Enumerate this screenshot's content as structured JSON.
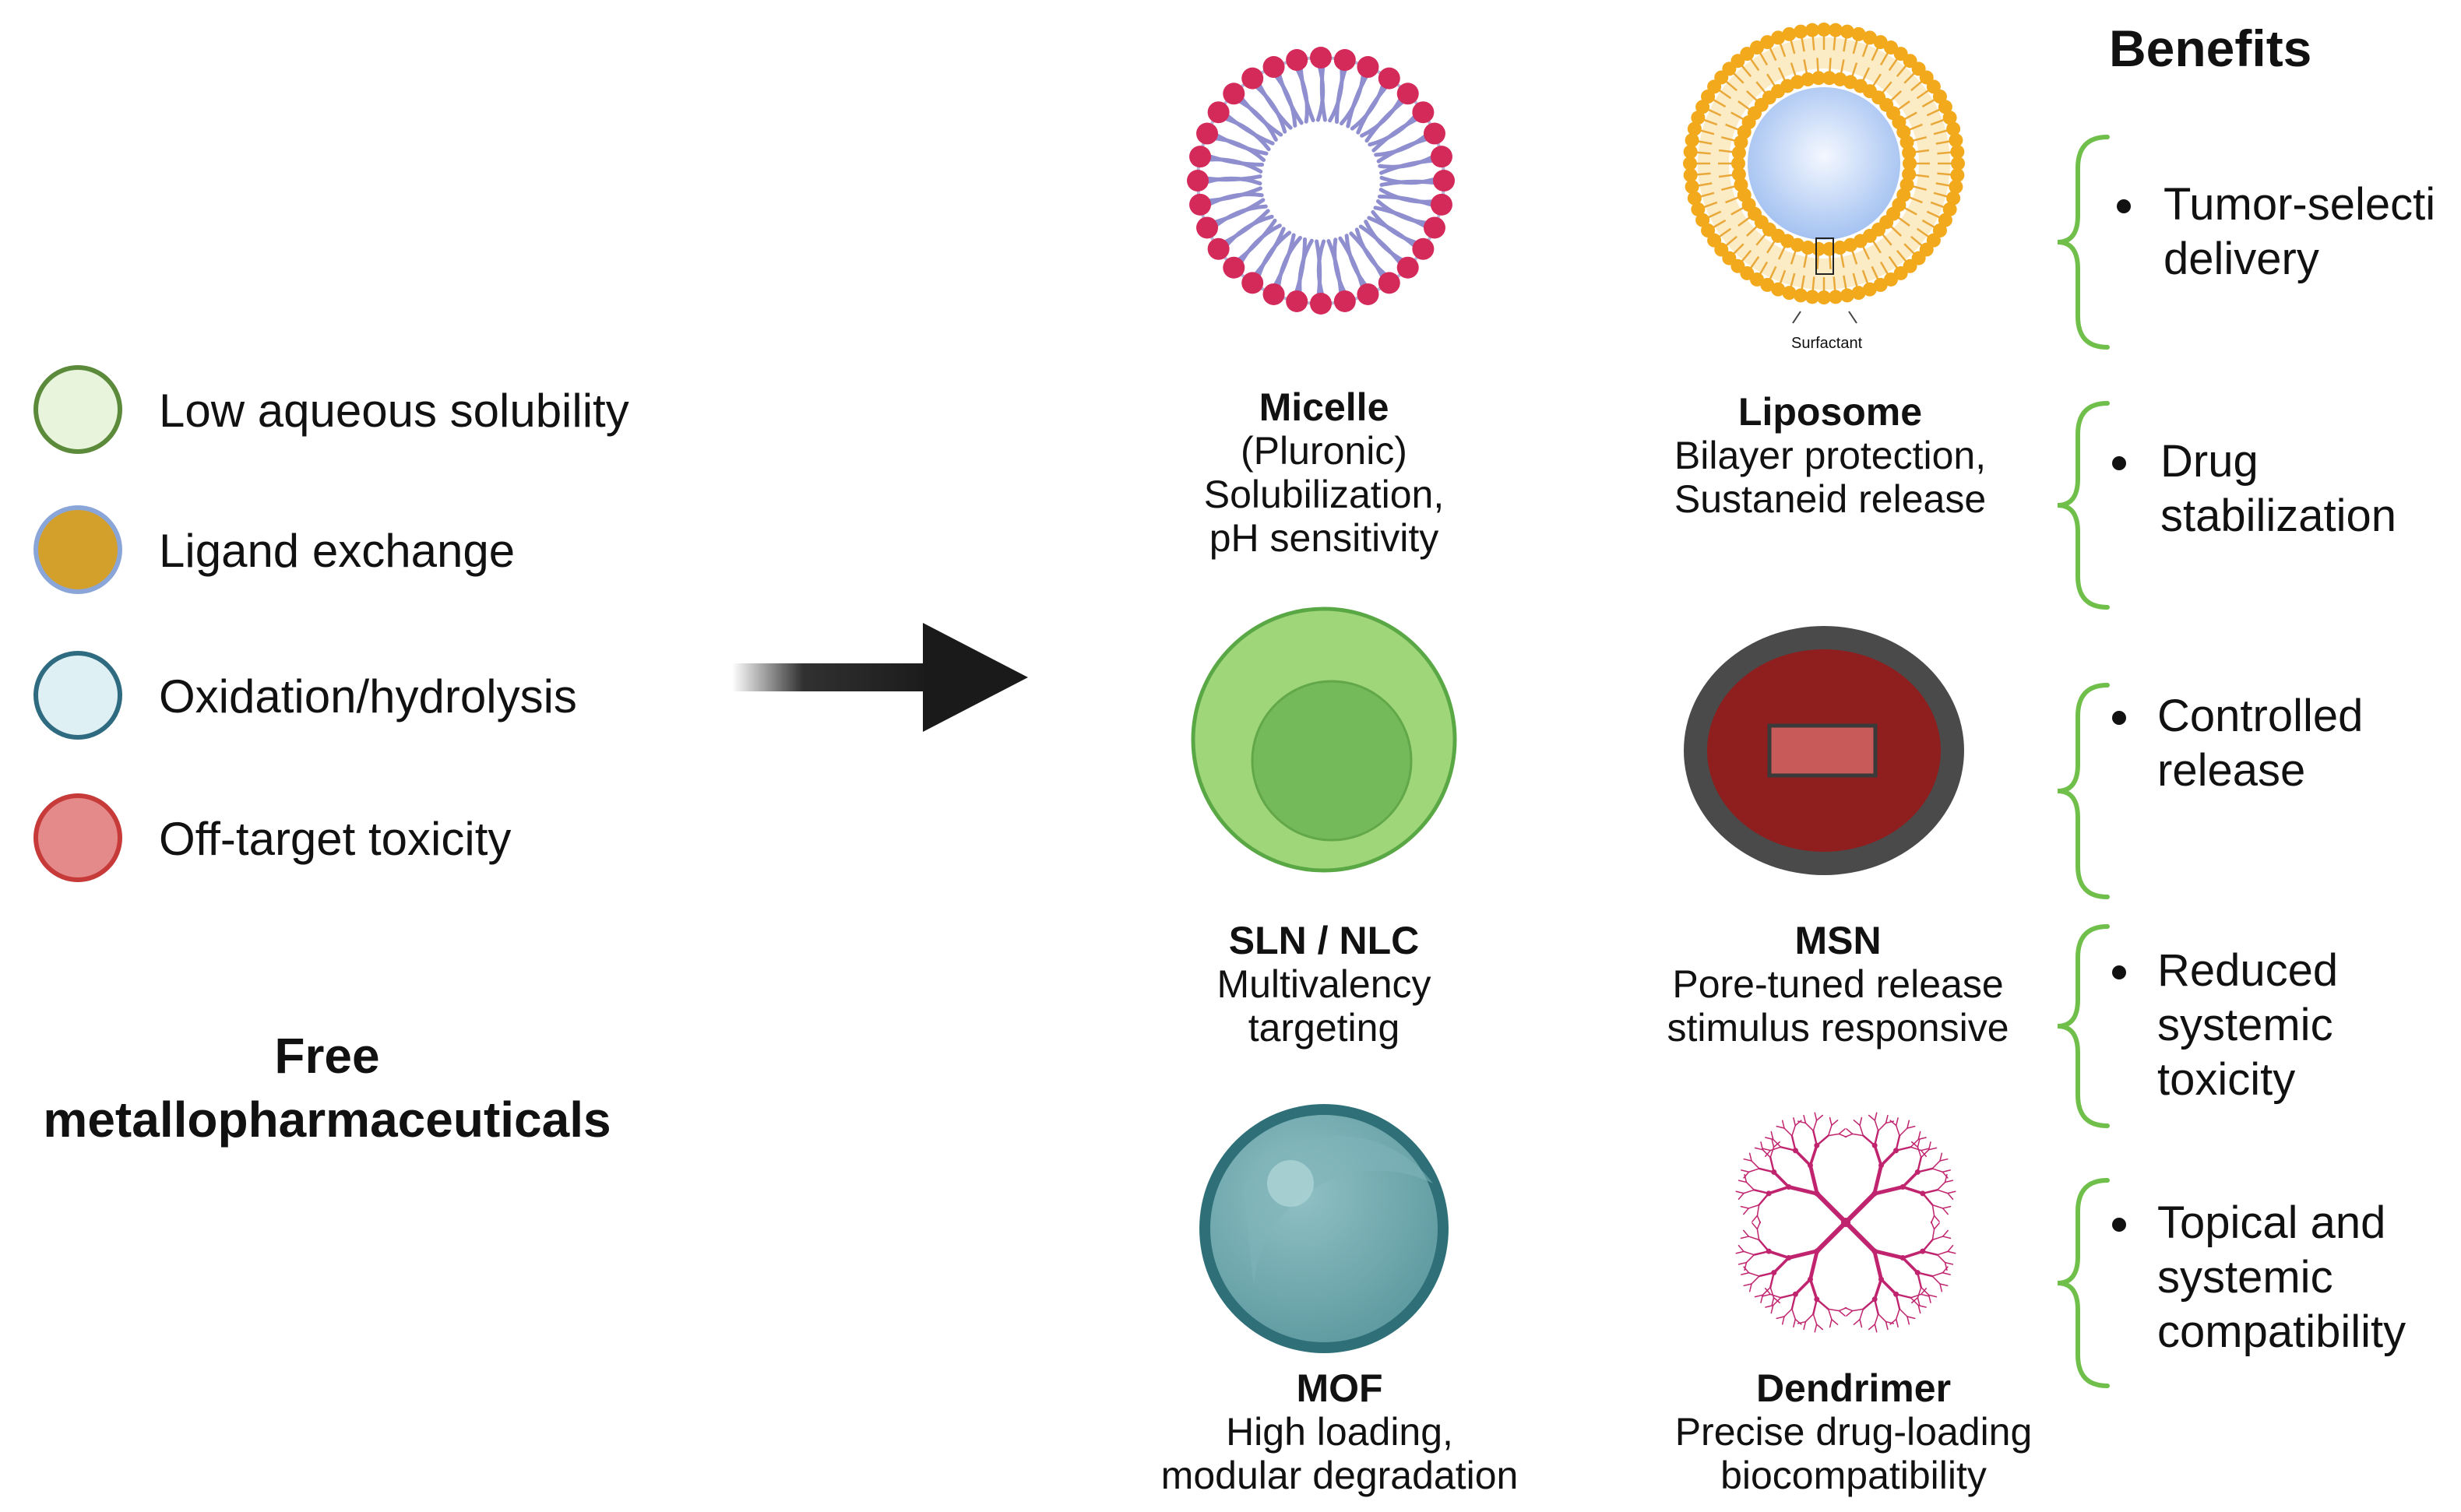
{
  "legend": {
    "items": [
      {
        "label": "Low aqueous solubility",
        "fill": "#e8f4dc",
        "stroke": "#5a8a3a"
      },
      {
        "label": "Ligand exchange",
        "fill": "#d4a02c",
        "stroke": "#8aa6d8"
      },
      {
        "label": "Oxidation/hydrolysis",
        "fill": "#dff0f4",
        "stroke": "#2f6b80"
      },
      {
        "label": "Off-target  toxicity",
        "fill": "#e58a8a",
        "stroke": "#c63a3a"
      }
    ]
  },
  "free_label": {
    "line1": "Free",
    "line2": "metallopharmaceuticals"
  },
  "nanocarriers": {
    "micelle": {
      "name": "Micelle",
      "lines": [
        "(Pluronic)",
        "Solubilization,",
        "pH sensitivity"
      ]
    },
    "liposome": {
      "name": "Liposome",
      "lines": [
        "Bilayer protection,",
        "Sustaneid release"
      ],
      "annotation": "Surfactant"
    },
    "sln": {
      "name": "SLN / NLC",
      "lines": [
        "Multivalency",
        "targeting"
      ]
    },
    "msn": {
      "name": "MSN",
      "lines": [
        "Pore-tuned release",
        "stimulus responsive"
      ]
    },
    "mof": {
      "name": "MOF",
      "lines": [
        "High loading,",
        "modular degradation"
      ]
    },
    "dendrimer": {
      "name": "Dendrimer",
      "lines": [
        "Precise drug-loading",
        "biocompatibility"
      ]
    }
  },
  "benefits": {
    "title": "Benefits",
    "items": [
      {
        "lines": [
          "Tumor-selecti",
          "delivery"
        ]
      },
      {
        "lines": [
          "Drug",
          "stabilization"
        ]
      },
      {
        "lines": [
          "Controlled",
          "release"
        ]
      },
      {
        "lines": [
          "Reduced",
          "systemic",
          "toxicity"
        ]
      },
      {
        "lines": [
          "Topical and",
          "systemic",
          "compatibility"
        ]
      }
    ]
  },
  "colors": {
    "micelle_head": "#d42a5a",
    "micelle_tail": "#8f8fd0",
    "liposome_head": "#f2a91c",
    "liposome_core": "#c8dcf6",
    "sln_outer": "#9fd67a",
    "sln_inner": "#74b95a",
    "msn_shell": "#4a4a4a",
    "msn_core": "#8f1e1e",
    "msn_pore": "#c85a5a",
    "mof": "#6aa6ac",
    "dendrimer": "#c0246e",
    "brace": "#6fbf4a",
    "arrow": "#1a1a1a"
  }
}
